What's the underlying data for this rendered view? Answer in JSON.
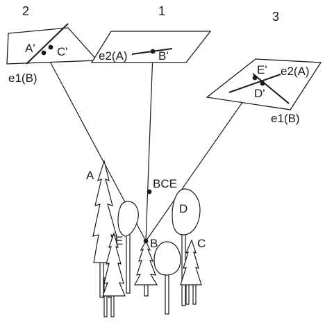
{
  "camera_numbers": {
    "left": "2",
    "middle": "1",
    "right": "3"
  },
  "plane_2": {
    "a_prime": "A'",
    "c_prime": "C'",
    "epipolar_b": "e1(B)"
  },
  "plane_1": {
    "epipolar_a": "e2(A)",
    "b_prime": "B'"
  },
  "plane_3": {
    "e_prime": "E'",
    "d_prime": "D'",
    "epipolar_a": "e2(A)",
    "epipolar_b": "e1(B)"
  },
  "trees": {
    "a": "A",
    "b": "B",
    "c": "C",
    "d": "D",
    "e": "E"
  },
  "ray_label": "BCE"
}
